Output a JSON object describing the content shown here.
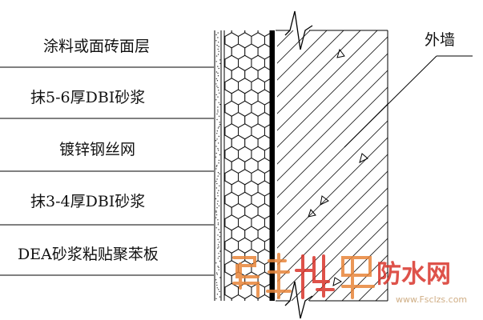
{
  "diagram": {
    "layer_labels": [
      "涂料或面砖面层",
      "抹5-6厚DBI砂浆",
      "镀锌钢丝网",
      "抹3-4厚DBI砂浆",
      "DEA砂浆粘贴聚苯板"
    ],
    "wall_label": "外墙",
    "colors": {
      "line": "#000000",
      "hexagon_stroke": "#111111",
      "hatch": "#222222",
      "watermark_orange": "#e8853a",
      "watermark_red": "#d9352b",
      "watermark_gray": "#c8a070"
    }
  },
  "watermark": {
    "brand_cn": "防水网",
    "site_url": "www.Fsclzs.com"
  }
}
